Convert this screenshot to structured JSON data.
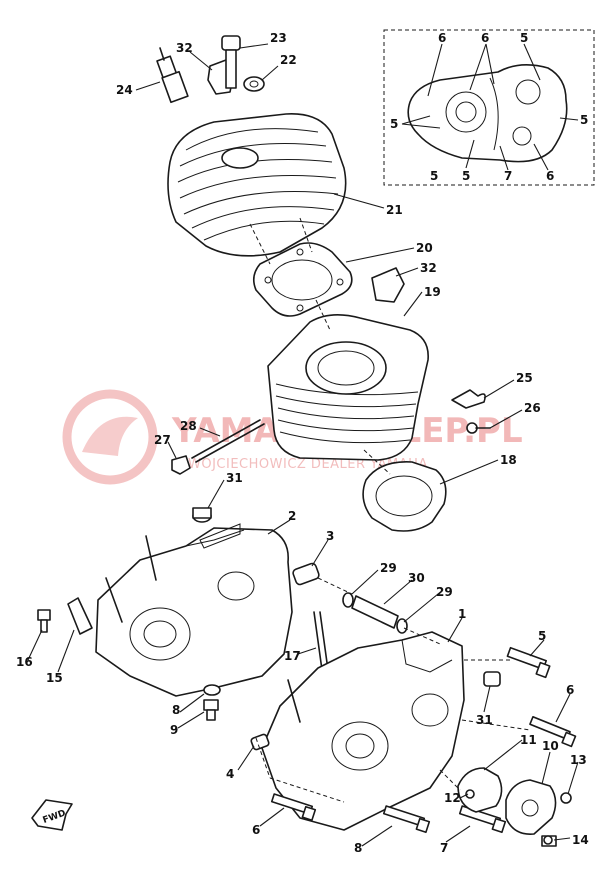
{
  "watermark": {
    "brand": "YAMAHA-SKLEP.PL",
    "tagline": "WOJCIECHOWICZ DEALER YAMAHA"
  },
  "direction_marker": "FWD",
  "part_labels": [
    {
      "id": "lbl-1",
      "text": "1"
    },
    {
      "id": "lbl-2",
      "text": "2"
    },
    {
      "id": "lbl-3",
      "text": "3"
    },
    {
      "id": "lbl-4",
      "text": "4"
    },
    {
      "id": "lbl-5a",
      "text": "5"
    },
    {
      "id": "lbl-6a",
      "text": "6"
    },
    {
      "id": "lbl-6b",
      "text": "6"
    },
    {
      "id": "lbl-7",
      "text": "7"
    },
    {
      "id": "lbl-8a",
      "text": "8"
    },
    {
      "id": "lbl-8b",
      "text": "8"
    },
    {
      "id": "lbl-9",
      "text": "9"
    },
    {
      "id": "lbl-10",
      "text": "10"
    },
    {
      "id": "lbl-11",
      "text": "11"
    },
    {
      "id": "lbl-12",
      "text": "12"
    },
    {
      "id": "lbl-13",
      "text": "13"
    },
    {
      "id": "lbl-14",
      "text": "14"
    },
    {
      "id": "lbl-15",
      "text": "15"
    },
    {
      "id": "lbl-16",
      "text": "16"
    },
    {
      "id": "lbl-17",
      "text": "17"
    },
    {
      "id": "lbl-18",
      "text": "18"
    },
    {
      "id": "lbl-19",
      "text": "19"
    },
    {
      "id": "lbl-20",
      "text": "20"
    },
    {
      "id": "lbl-21",
      "text": "21"
    },
    {
      "id": "lbl-22",
      "text": "22"
    },
    {
      "id": "lbl-23",
      "text": "23"
    },
    {
      "id": "lbl-24",
      "text": "24"
    },
    {
      "id": "lbl-25",
      "text": "25"
    },
    {
      "id": "lbl-26",
      "text": "26"
    },
    {
      "id": "lbl-27",
      "text": "27"
    },
    {
      "id": "lbl-28",
      "text": "28"
    },
    {
      "id": "lbl-29a",
      "text": "29"
    },
    {
      "id": "lbl-29b",
      "text": "29"
    },
    {
      "id": "lbl-30",
      "text": "30"
    },
    {
      "id": "lbl-31a",
      "text": "31"
    },
    {
      "id": "lbl-31b",
      "text": "31"
    },
    {
      "id": "lbl-32a",
      "text": "32"
    },
    {
      "id": "lbl-32b",
      "text": "32"
    }
  ],
  "inset_labels": [
    {
      "id": "ins-6a",
      "text": "6"
    },
    {
      "id": "ins-6b",
      "text": "6"
    },
    {
      "id": "ins-5a",
      "text": "5"
    },
    {
      "id": "ins-5b",
      "text": "5"
    },
    {
      "id": "ins-5c",
      "text": "5"
    },
    {
      "id": "ins-5d",
      "text": "5"
    },
    {
      "id": "ins-5e",
      "text": "5"
    },
    {
      "id": "ins-7",
      "text": "7"
    },
    {
      "id": "ins-6c",
      "text": "6"
    }
  ]
}
